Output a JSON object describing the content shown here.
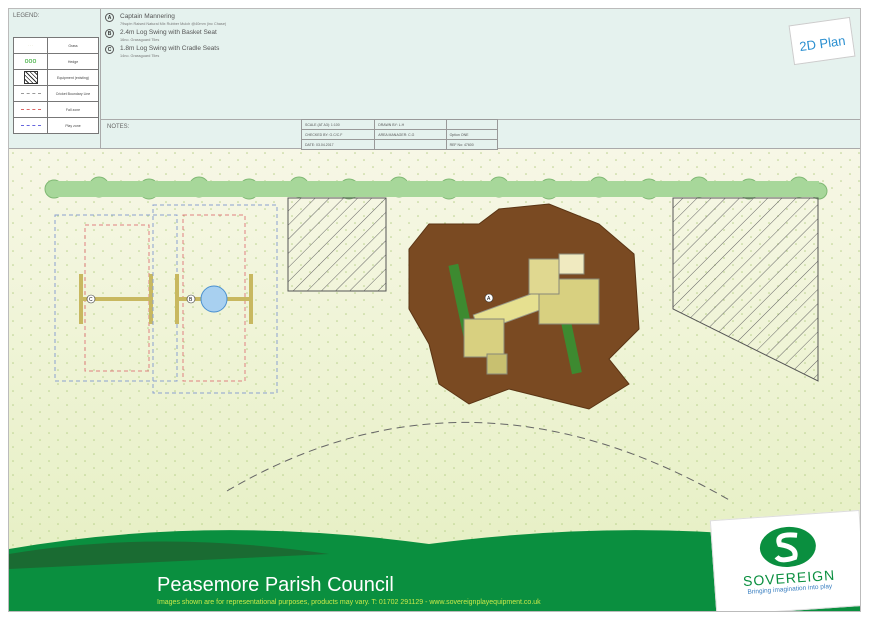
{
  "legend": {
    "title": "LEGEND:",
    "items": [
      {
        "label": "Grass",
        "icon": "grass-icon"
      },
      {
        "label": "Hedge",
        "icon": "hedge-icon"
      },
      {
        "label": "Equipment (existing)",
        "icon": "hatch-icon"
      },
      {
        "label": "Cricket Boundary Line",
        "icon": "dash-grey"
      },
      {
        "label": "Fall zone",
        "icon": "dash-red"
      },
      {
        "label": "Play zone",
        "icon": "dash-blue"
      }
    ]
  },
  "items": [
    {
      "key": "A",
      "title": "Captain Mannering",
      "sub": "79sq/m Raised Natural Mix Rubber Mulch @40mm (inc Chase)"
    },
    {
      "key": "B",
      "title": "2.4m Log Swing with Basket Seat",
      "sub": "16no. Grassguard Tiles"
    },
    {
      "key": "C",
      "title": "1.8m Log Swing with Cradle Seats",
      "sub": "14no. Grassguard Tiles"
    }
  ],
  "notes": {
    "label": "NOTES:"
  },
  "titleblock": {
    "scale": "SCALE (AT A3): 1:100",
    "drawn": "DRAWN BY: L.H",
    "checked": "CHECKED BY: G.C/C.F",
    "manager": "AREA MANAGER: C.G",
    "option": "Option ONE",
    "date": "DATE: 03.04.2017",
    "ref": "REF No: 47600"
  },
  "badge": "2D Plan",
  "footer": {
    "title": "Peasemore Parish Council",
    "sub": "Images shown are for representational purposes, products may vary.   T: 01702 291129  -  www.sovereignplayequipment.co.uk"
  },
  "brand": {
    "name": "SOVEREIGN",
    "tagline": "Bringing imagination into play"
  },
  "colors": {
    "green": "#0a8f3f",
    "mulch": "#7a4a22",
    "header": "#e5f2ee"
  }
}
